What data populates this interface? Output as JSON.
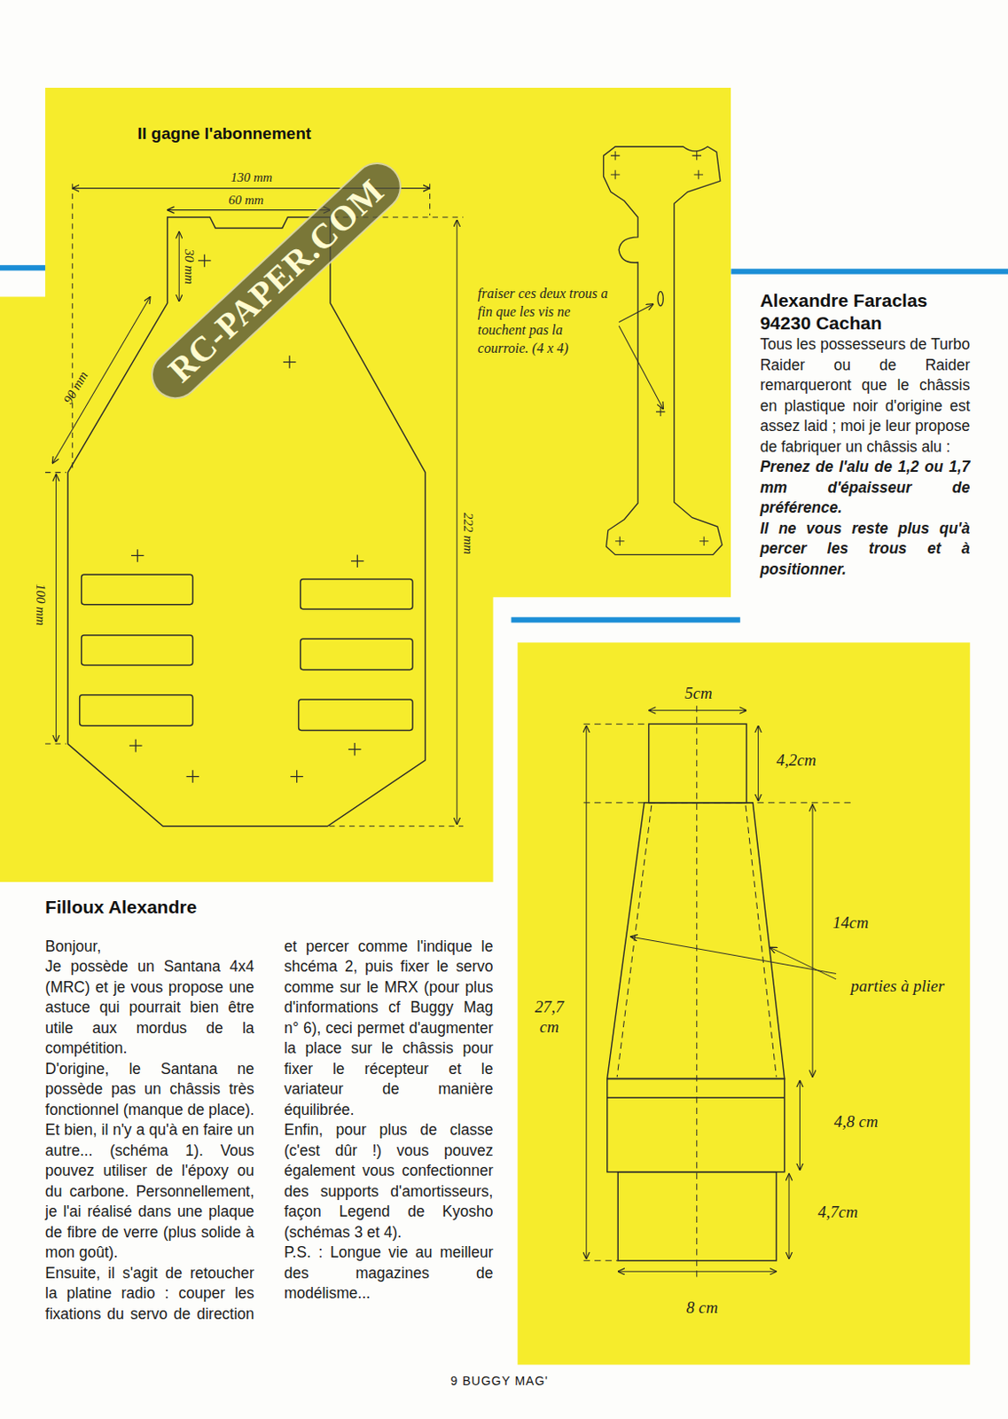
{
  "diagram": {
    "nodes": [
      {
        "text": [
          "Il gagne l'abonnement"
        ]
      }
    ],
    "labels": [
      "RC-PAPER.COM",
      "130 mm",
      "60 mm",
      "30 mm",
      "90 mm",
      "100 mm",
      "222 mm",
      "fraiser ces deux trous a fin que les vis ne touchent pas la courroie. (4 x 4)",
      "Alexandre Faraclas",
      "94230 Cachan",
      "Tous les possesseurs de Turbo Raider ou de Raider remarqueront que le châssis en plastique noir d'origine est assez laid ; moi je leur propose de fabriquer un châssis alu :",
      "Prenez de l'alu de 1,2 ou 1,7 mm d'épaisseur de préférence.",
      "Il ne vous reste plus qu'à percer les trous et à positionner.",
      "5cm",
      "4,2cm",
      "14cm",
      "parties à plier",
      "27,7 cm",
      "4,8 cm",
      "4,7cm",
      "8 cm",
      "Filloux Alexandre",
      "Bonjour,",
      "Je possède un Santana 4x4 (MRC) et je vous propose une astuce qui pourrait bien être utile aux mordus de la compétition.",
      "D'origine, le Santana ne possède pas un châssis très fonctionnel (manque de place). Et bien, il n'y a qu'à en faire un autre... (schéma 1). Vous pouvez utiliser de l'époxy ou du carbone. Personnellement, je l'ai réalisé dans une plaque de fibre de verre (plus solide à mon goût).",
      "Ensuite, il s'agit de retoucher la platine radio : couper les fixations du servo de direction et percer comme l'indique le shcéma 2, puis fixer le servo comme sur le MRX (pour plus d'informations cf Buggy Mag n° 6), ceci permet d'augmenter la place sur le châssis pour fixer le récepteur et le variateur de manière équilibrée.",
      "Enfin, pour plus de classe (c'est dûr !) vous pouvez également vous confectionner des supports d'amortisseurs, façon Legend de Kyosho (schémas 3 et 4).",
      "P.S. : Longue vie au meilleur des magazines de modélisme...",
      "9 BUGGY MAG'"
    ]
  }
}
